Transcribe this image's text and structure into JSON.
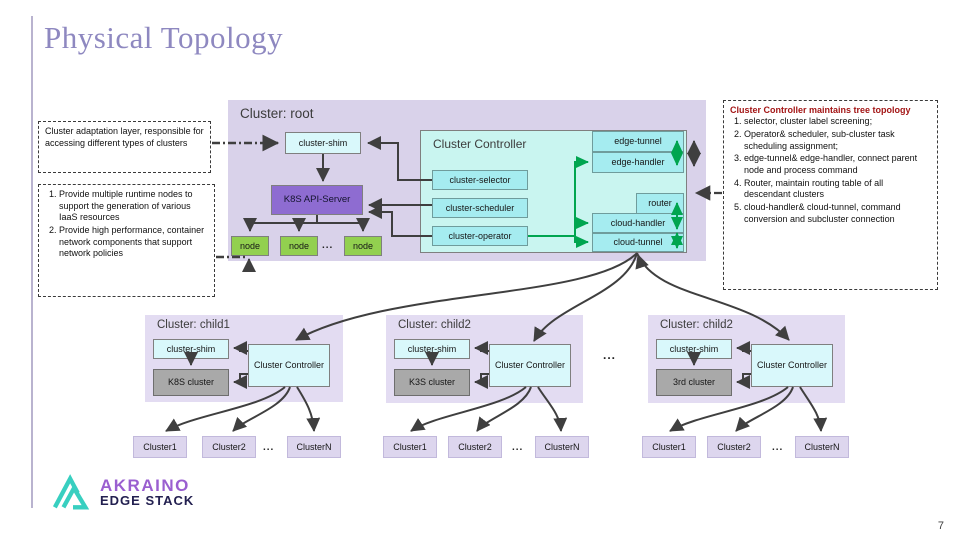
{
  "slide": {
    "title": "Physical Topology",
    "page_number": "7"
  },
  "notes": {
    "adaptation": "Cluster adaptation layer, responsible for accessing different types of clusters",
    "runtime_items": [
      "Provide multiple runtime nodes to support the generation of various IaaS resources",
      "Provide high performance, container network components that support network policies"
    ],
    "controller_title": "Cluster Controller maintains tree topology",
    "controller_items": [
      "selector, cluster label screening;",
      "Operator& scheduler, sub-cluster task scheduling assignment;",
      "edge-tunnel& edge-handler, connect parent node and process command",
      "Router, maintain routing table of all descendant clusters",
      "cloud-handler& cloud-tunnel, command conversion and subcluster connection"
    ]
  },
  "root": {
    "label": "Cluster: root",
    "shim": "cluster-shim",
    "api_server": "K8S API-Server",
    "nodes": [
      "node",
      "node",
      "node"
    ],
    "nodes_ellipsis": "...",
    "controller": {
      "label": "Cluster Controller",
      "selector": "cluster-selector",
      "scheduler": "cluster-scheduler",
      "operator": "cluster-operator",
      "edge_tunnel": "edge-tunnel",
      "edge_handler": "edge-handler",
      "router": "router",
      "cloud_handler": "cloud-handler",
      "cloud_tunnel": "cloud-tunnel"
    }
  },
  "children": [
    {
      "label": "Cluster: child1",
      "shim": "cluster-shim",
      "cluster": "K8S cluster",
      "controller": "Cluster Controller",
      "leaves": [
        "Cluster1",
        "Cluster2",
        "ClusterN"
      ],
      "ellipsis": "..."
    },
    {
      "label": "Cluster: child2",
      "shim": "cluster-shim",
      "cluster": "K3S cluster",
      "controller": "Cluster Controller",
      "leaves": [
        "Cluster1",
        "Cluster2",
        "ClusterN"
      ],
      "ellipsis": "..."
    },
    {
      "label": "Cluster: child2",
      "shim": "cluster-shim",
      "cluster": "3rd cluster",
      "controller": "Cluster Controller",
      "leaves": [
        "Cluster1",
        "Cluster2",
        "ClusterN"
      ],
      "ellipsis": "..."
    }
  ],
  "children_ellipsis": "...",
  "logo": {
    "name": "AKRAINO",
    "sub": "EDGE STACK"
  },
  "colors": {
    "title": "#8e88c0",
    "panel": "#d9d2ea",
    "child_panel": "#e3dcf2",
    "cyan_light": "#d9f8fb",
    "cyan": "#c9f5f0",
    "cyan_inner": "#a5ecf0",
    "purple": "#8e6cd1",
    "node_green": "#92d04f",
    "cluster_gray": "#a9a9a9",
    "leaf": "#ddd6ee",
    "arrow": "#3f3f3f",
    "green_arrow": "#00a550",
    "note_red": "#a31515",
    "logo_teal": "#38cfc0",
    "logo_purple": "#9a5fd0"
  }
}
